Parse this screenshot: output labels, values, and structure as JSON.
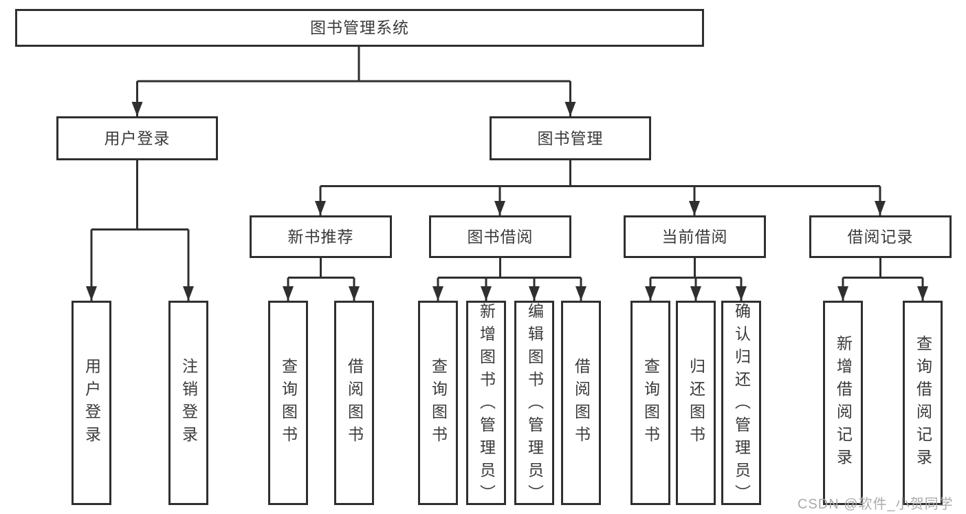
{
  "diagram": {
    "title": "图书管理系统",
    "branches": [
      {
        "label": "用户登录",
        "leaves": [
          "用户登录",
          "注销登录"
        ]
      },
      {
        "label": "图书管理",
        "groups": [
          {
            "label": "新书推荐",
            "leaves": [
              "查询图书",
              "借阅图书"
            ]
          },
          {
            "label": "图书借阅",
            "leaves": [
              "查询图书",
              "新增图书（管理员）",
              "编辑图书（管理员）",
              "借阅图书"
            ]
          },
          {
            "label": "当前借阅",
            "leaves": [
              "查询图书",
              "归还图书",
              "确认归还（管理员）"
            ]
          },
          {
            "label": "借阅记录",
            "leaves": [
              "新增借阅记录",
              "查询借阅记录"
            ]
          }
        ]
      }
    ]
  },
  "watermark": {
    "text": "CSDN @软件_小贺同学"
  },
  "colors": {
    "line": "#2f2f2f",
    "text": "#3a3a3a",
    "watermark": "#ababab",
    "background": "#ffffff"
  }
}
